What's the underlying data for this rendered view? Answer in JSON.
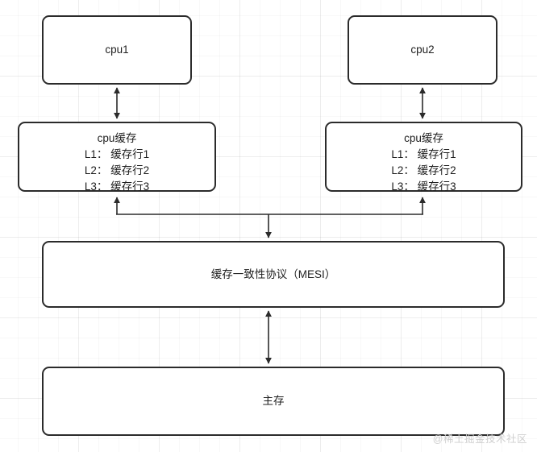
{
  "diagram": {
    "title": "CPU cache coherence (MESI) architecture diagram",
    "colors": {
      "node_stroke": "#2b2b2b",
      "node_fill": "#ffffff",
      "edge_stroke": "#2b2b2b",
      "grid": "#ebebeb",
      "background": "#ffffff",
      "watermark": "#cfcfcf"
    },
    "nodes": {
      "cpu1": {
        "label": "cpu1"
      },
      "cpu2": {
        "label": "cpu2"
      },
      "cache1": {
        "title": "cpu缓存",
        "lines": [
          "L1： 缓存行1",
          "L2： 缓存行2",
          "L3： 缓存行3"
        ]
      },
      "cache2": {
        "title": "cpu缓存",
        "lines": [
          "L1： 缓存行1",
          "L2： 缓存行2",
          "L3： 缓存行3"
        ]
      },
      "mesi": {
        "label": "缓存一致性协议（MESI）"
      },
      "memory": {
        "label": "主存"
      }
    },
    "edges": [
      {
        "name": "cpu1-cache1",
        "direction": "bidirectional",
        "from": "cpu1",
        "to": "cache1"
      },
      {
        "name": "cpu2-cache2",
        "direction": "bidirectional",
        "from": "cpu2",
        "to": "cache2"
      },
      {
        "name": "bus-cache1",
        "direction": "up",
        "from": "bus",
        "to": "cache1"
      },
      {
        "name": "bus-cache2",
        "direction": "up",
        "from": "bus",
        "to": "cache2"
      },
      {
        "name": "bus-mesi",
        "direction": "down",
        "from": "bus",
        "to": "mesi"
      },
      {
        "name": "mesi-memory",
        "direction": "bidirectional",
        "from": "mesi",
        "to": "memory"
      }
    ],
    "watermark": "@稀土掘金技术社区"
  }
}
